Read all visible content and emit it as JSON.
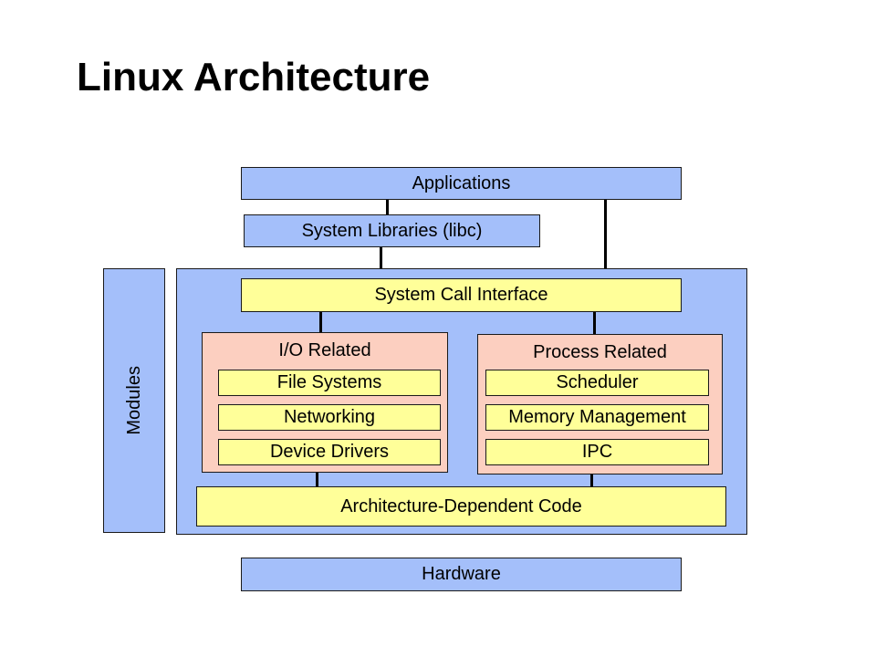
{
  "title": "Linux Architecture",
  "colors": {
    "user_space_blue": "#a4bffa",
    "component_yellow": "#ffff99",
    "subsystem_peach": "#fccfc0"
  },
  "diagram": {
    "applications": "Applications",
    "system_libraries": "System Libraries (libc)",
    "modules": "Modules",
    "kernel": {
      "system_call_interface": "System Call Interface",
      "io_related": {
        "label": "I/O Related",
        "items": [
          "File Systems",
          "Networking",
          "Device Drivers"
        ]
      },
      "process_related": {
        "label": "Process Related",
        "items": [
          "Scheduler",
          "Memory Management",
          "IPC"
        ]
      },
      "architecture_dependent_code": "Architecture-Dependent Code"
    },
    "hardware": "Hardware"
  }
}
